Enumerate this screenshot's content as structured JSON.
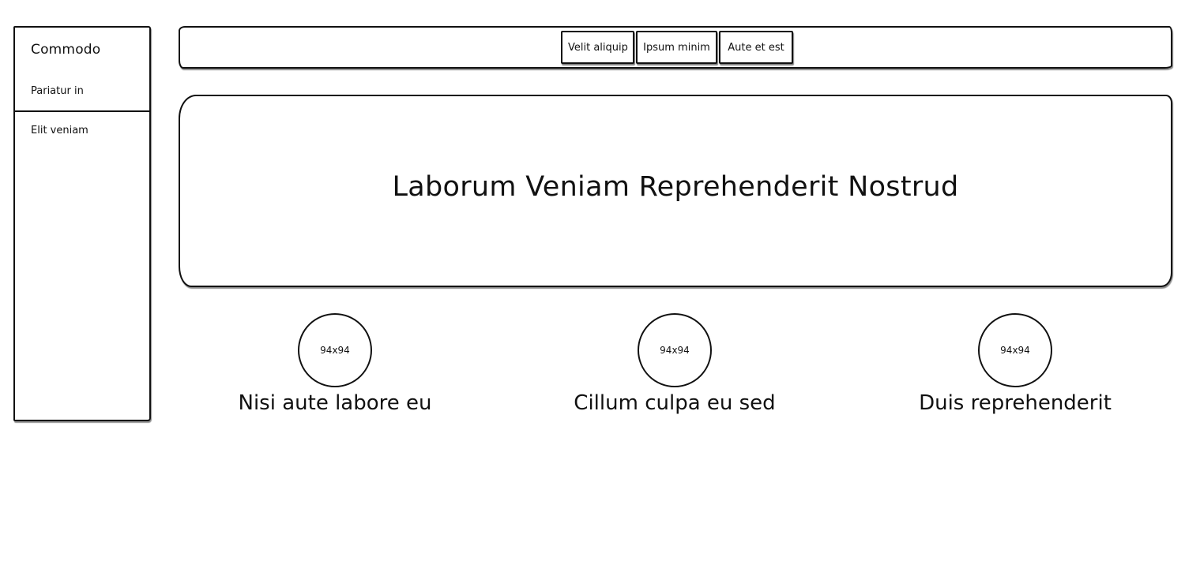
{
  "sidebar": {
    "title": "Commodo",
    "items": [
      {
        "label": "Pariatur in"
      },
      {
        "label": "Elit veniam"
      }
    ]
  },
  "navbar": {
    "buttons": [
      {
        "label": "Velit aliquip"
      },
      {
        "label": "Ipsum minim"
      },
      {
        "label": "Aute et est"
      }
    ]
  },
  "hero": {
    "title": "Laborum Veniam Reprehenderit Nostrud"
  },
  "features": [
    {
      "image_label": "94x94",
      "title": "Nisi aute labore eu"
    },
    {
      "image_label": "94x94",
      "title": "Cillum culpa eu sed"
    },
    {
      "image_label": "94x94",
      "title": "Duis reprehenderit"
    }
  ]
}
